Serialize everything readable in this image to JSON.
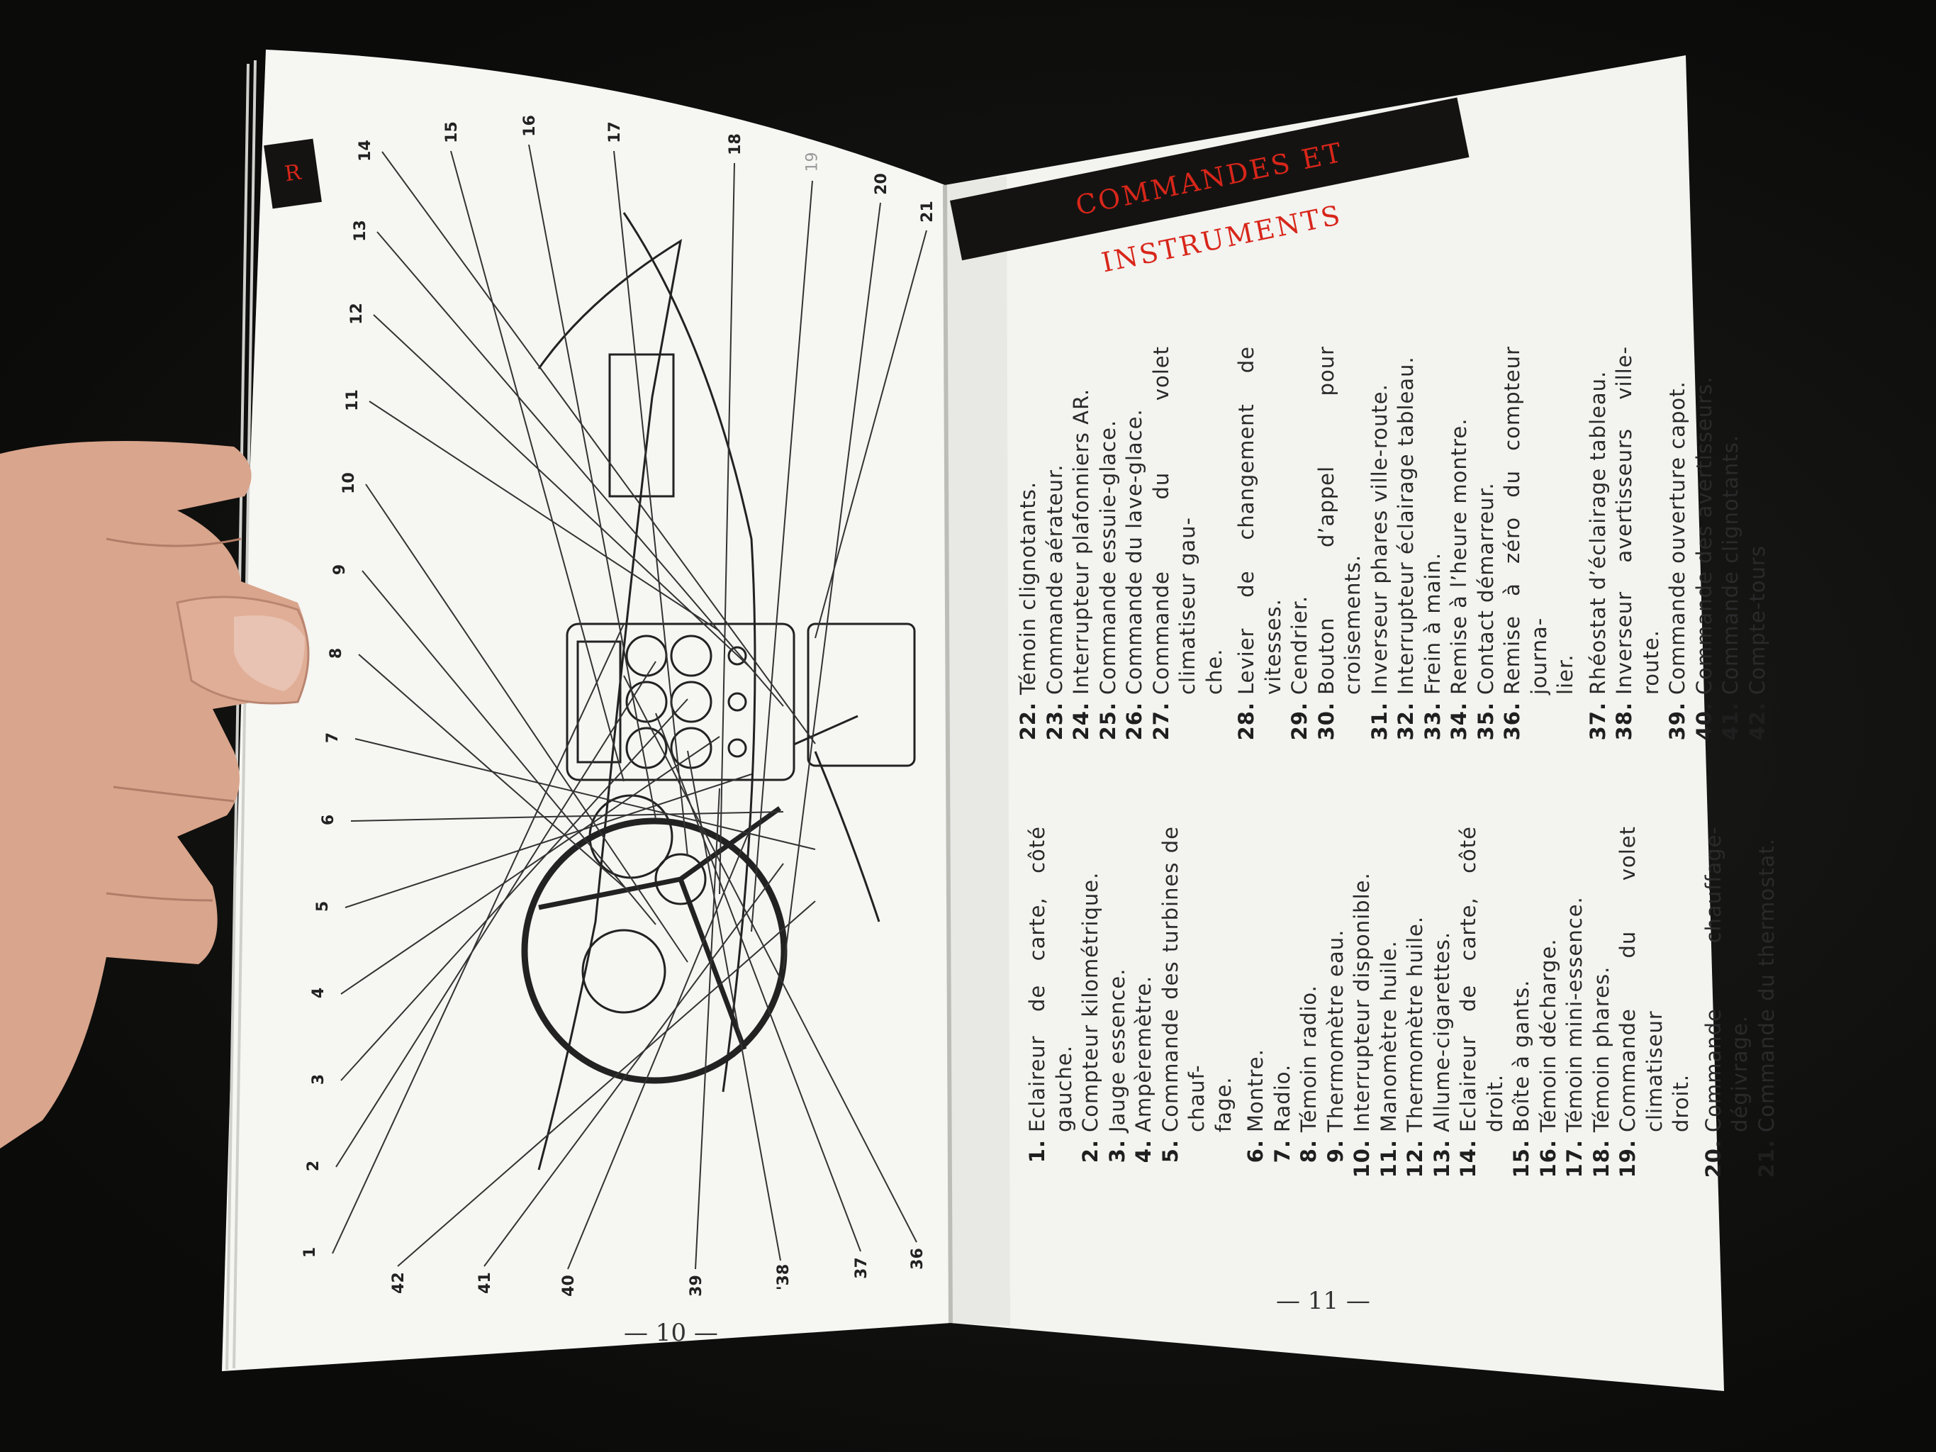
{
  "left_page": {
    "page_number": "— 10 —",
    "header_fragment": "R",
    "callouts": [
      "1",
      "2",
      "3",
      "4",
      "5",
      "6",
      "7",
      "8",
      "9",
      "10",
      "11",
      "12",
      "13",
      "14",
      "15",
      "16",
      "17",
      "18",
      "19",
      "20",
      "21",
      "36",
      "37",
      "'38",
      "39",
      "40",
      "41",
      "42"
    ]
  },
  "right_page": {
    "title": "COMMANDES ET INSTRUMENTS",
    "page_number": "— 11 —",
    "column1": [
      {
        "num": "1.",
        "text": "Eclaireur de carte, côté gauche."
      },
      {
        "num": "2.",
        "text": "Compteur kilométrique."
      },
      {
        "num": "3.",
        "text": "Jauge essence."
      },
      {
        "num": "4.",
        "text": "Ampèremètre."
      },
      {
        "num": "5.",
        "text": "Commande des turbines de chauf-",
        "cont": "fage."
      },
      {
        "num": "6.",
        "text": "Montre."
      },
      {
        "num": "7.",
        "text": "Radio."
      },
      {
        "num": "8.",
        "text": "Témoin radio."
      },
      {
        "num": "9.",
        "text": "Thermomètre eau."
      },
      {
        "num": "10.",
        "text": "Interrupteur disponible."
      },
      {
        "num": "11.",
        "text": "Manomètre huile."
      },
      {
        "num": "12.",
        "text": "Thermomètre huile."
      },
      {
        "num": "13.",
        "text": "Allume-cigarettes."
      },
      {
        "num": "14.",
        "text": "Eclaireur de carte, côté droit."
      },
      {
        "num": "15.",
        "text": "Boîte à gants."
      },
      {
        "num": "16.",
        "text": "Témoin décharge."
      },
      {
        "num": "17.",
        "text": "Témoin mini-essence."
      },
      {
        "num": "18.",
        "text": "Témoin phares."
      },
      {
        "num": "19.",
        "text": "Commande du volet climatiseur",
        "cont": "droit."
      },
      {
        "num": "20.",
        "text": "Commande chauffage-dégivrage."
      },
      {
        "num": "21.",
        "text": "Commande du thermostat."
      }
    ],
    "column2": [
      {
        "num": "22.",
        "text": "Témoin clignotants."
      },
      {
        "num": "23.",
        "text": "Commande aérateur."
      },
      {
        "num": "24.",
        "text": "Interrupteur plafonniers AR."
      },
      {
        "num": "25.",
        "text": "Commande essuie-glace."
      },
      {
        "num": "26.",
        "text": "Commande du lave-glace."
      },
      {
        "num": "27.",
        "text": "Commande du volet climatiseur gau-",
        "cont": "che."
      },
      {
        "num": "28.",
        "text": "Levier de changement de vitesses."
      },
      {
        "num": "29.",
        "text": "Cendrier."
      },
      {
        "num": "30.",
        "text": "Bouton d’appel pour croisements."
      },
      {
        "num": "31.",
        "text": "Inverseur phares ville-route."
      },
      {
        "num": "32.",
        "text": "Interrupteur éclairage tableau."
      },
      {
        "num": "33.",
        "text": "Frein à main."
      },
      {
        "num": "34.",
        "text": "Remise à l’heure montre."
      },
      {
        "num": "35.",
        "text": "Contact démarreur."
      },
      {
        "num": "36.",
        "text": "Remise à zéro du compteur journa-",
        "cont": "lier."
      },
      {
        "num": "37.",
        "text": "Rhéostat d’éclairage tableau."
      },
      {
        "num": "38.",
        "text": "Inverseur avertisseurs ville-route."
      },
      {
        "num": "39.",
        "text": "Commande ouverture capot."
      },
      {
        "num": "40.",
        "text": "Commande des avertisseurs."
      },
      {
        "num": "41.",
        "text": "Commande clignotants."
      },
      {
        "num": "42.",
        "text": "Compte-tours"
      }
    ]
  },
  "colors": {
    "title_red": "#d8261a",
    "banner_black": "#151311",
    "paper": "#f4f4f1",
    "ink": "#222222"
  }
}
